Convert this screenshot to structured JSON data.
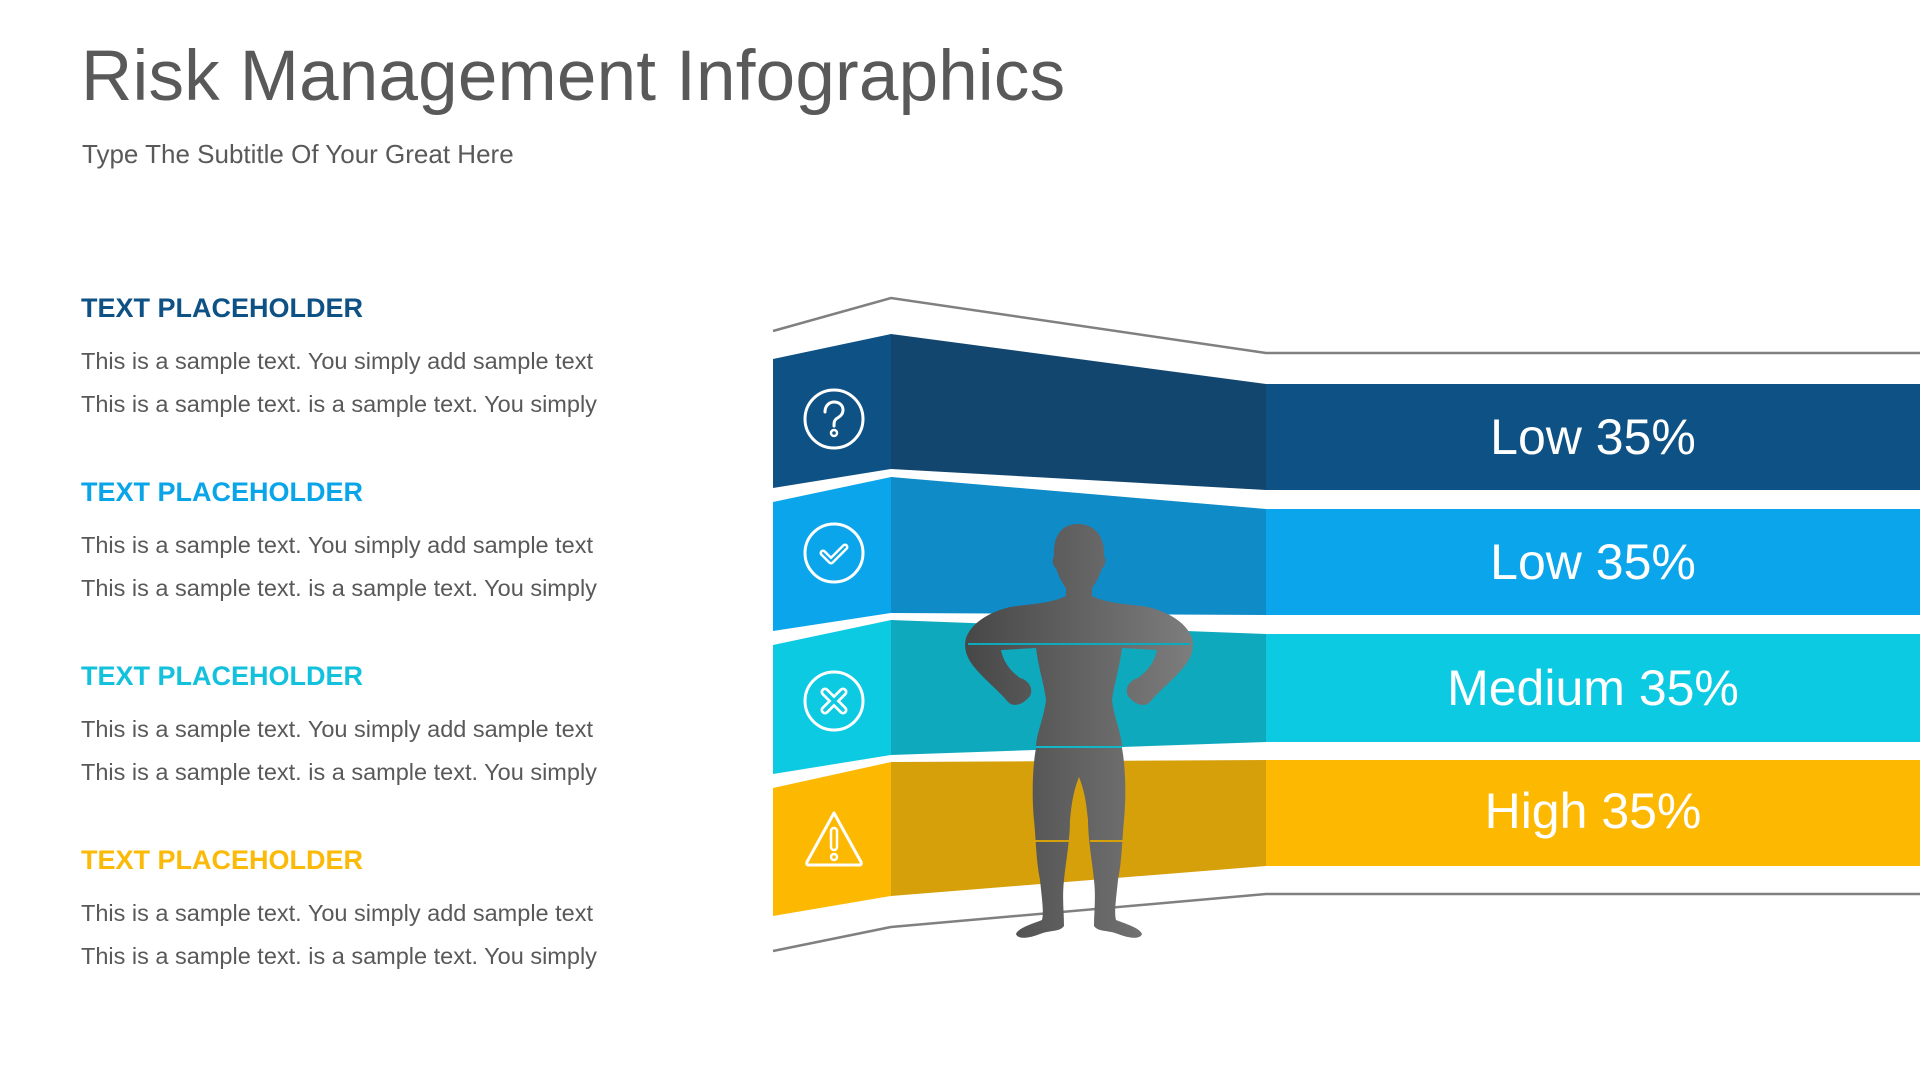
{
  "header": {
    "title": "Risk Management Infographics",
    "subtitle": "Type The Subtitle Of Your Great Here"
  },
  "items": [
    {
      "heading": "TEXT PLACEHOLDER",
      "heading_color": "#0E5184",
      "line1": "This is a sample text. You simply add sample text",
      "line2": "This is a sample text. is a sample text. You simply"
    },
    {
      "heading": "TEXT PLACEHOLDER",
      "heading_color": "#0AA5E9",
      "line1": "This is a sample text. You simply add sample text",
      "line2": "This is a sample text. is a sample text. You simply"
    },
    {
      "heading": "TEXT PLACEHOLDER",
      "heading_color": "#13C1DD",
      "line1": "This is a sample text. You simply add sample text",
      "line2": "This is a sample text. is a sample text. You simply"
    },
    {
      "heading": "TEXT PLACEHOLDER",
      "heading_color": "#FBB908",
      "line1": "This is a sample text. You simply add sample text",
      "line2": "This is a sample text. is a sample text. You simply"
    }
  ],
  "bands": [
    {
      "label": "Low 35%",
      "level": "Low",
      "percent": 35,
      "icon": "question-icon",
      "color": "#0E5184",
      "fold_color": "#12466F"
    },
    {
      "label": "Low 35%",
      "level": "Low",
      "percent": 35,
      "icon": "check-icon",
      "color": "#0AA5EB",
      "fold_color": "#0F8BC8"
    },
    {
      "label": "Medium 35%",
      "level": "Medium",
      "percent": 35,
      "icon": "close-x-icon",
      "color": "#0BCAE2",
      "fold_color": "#0FA9BE"
    },
    {
      "label": "High 35%",
      "level": "High",
      "percent": 35,
      "icon": "warning-icon",
      "color": "#FDB802",
      "fold_color": "#D6A00B"
    }
  ],
  "colors": {
    "title_text": "#595959",
    "body_text": "#595959",
    "outline": "#808080",
    "figure_dark": "#474747",
    "figure_light": "#7D7D7D"
  }
}
